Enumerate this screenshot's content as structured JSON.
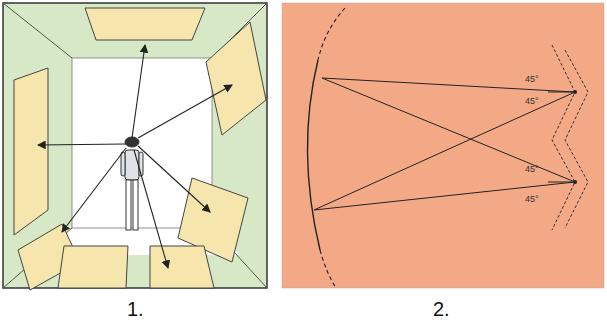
{
  "diagram": {
    "labels": [
      "45°",
      "45°",
      "45°",
      "45°",
      "1.",
      "2."
    ]
  }
}
